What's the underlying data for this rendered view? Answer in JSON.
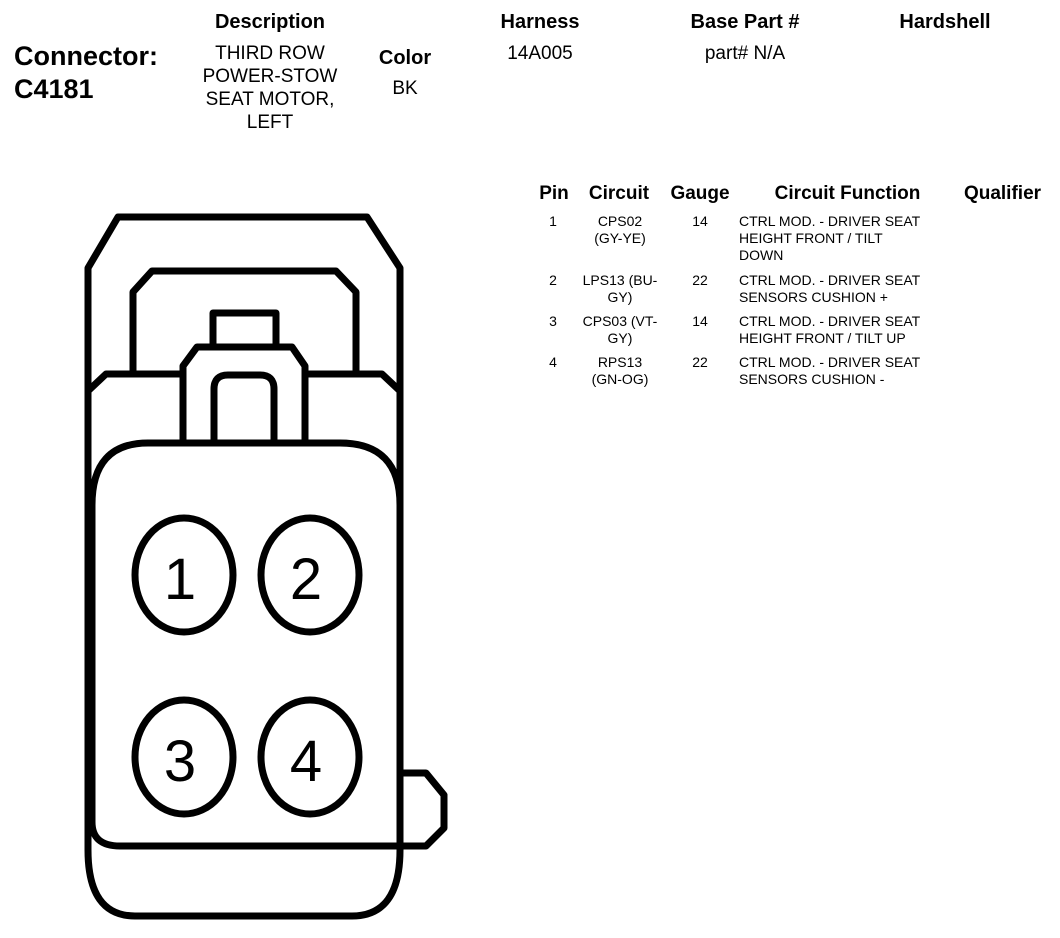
{
  "header": {
    "connector_label": "Connector:",
    "connector_id": "C4181",
    "description_heading": "Description",
    "description_lines": [
      "THIRD ROW",
      "POWER-STOW",
      "SEAT MOTOR,",
      "LEFT"
    ],
    "color_heading": "Color",
    "color_value": "BK",
    "harness_heading": "Harness",
    "harness_value": "14A005",
    "base_part_heading": "Base Part #",
    "base_part_value": "part# N/A",
    "hardshell_heading": "Hardshell"
  },
  "pin_table": {
    "columns": {
      "pin": "Pin",
      "circuit": "Circuit",
      "gauge": "Gauge",
      "function": "Circuit Function",
      "qualifier": "Qualifier"
    },
    "rows": [
      {
        "pin": "1",
        "circuit_lines": [
          "CPS02",
          "(GY-YE)"
        ],
        "gauge": "14",
        "function_lines": [
          "CTRL MOD. - DRIVER SEAT",
          "HEIGHT FRONT / TILT",
          "DOWN"
        ],
        "qualifier": ""
      },
      {
        "pin": "2",
        "circuit_lines": [
          "LPS13 (BU-",
          "GY)"
        ],
        "gauge": "22",
        "function_lines": [
          "CTRL MOD. - DRIVER SEAT",
          "SENSORS CUSHION +"
        ],
        "qualifier": ""
      },
      {
        "pin": "3",
        "circuit_lines": [
          "CPS03 (VT-",
          "GY)"
        ],
        "gauge": "14",
        "function_lines": [
          "CTRL MOD. - DRIVER SEAT",
          "HEIGHT FRONT / TILT UP"
        ],
        "qualifier": ""
      },
      {
        "pin": "4",
        "circuit_lines": [
          "RPS13",
          "(GN-OG)"
        ],
        "gauge": "22",
        "function_lines": [
          "CTRL MOD. - DRIVER SEAT",
          "SENSORS CUSHION -"
        ],
        "qualifier": ""
      }
    ]
  },
  "diagram": {
    "pin_labels": [
      "1",
      "2",
      "3",
      "4"
    ]
  }
}
